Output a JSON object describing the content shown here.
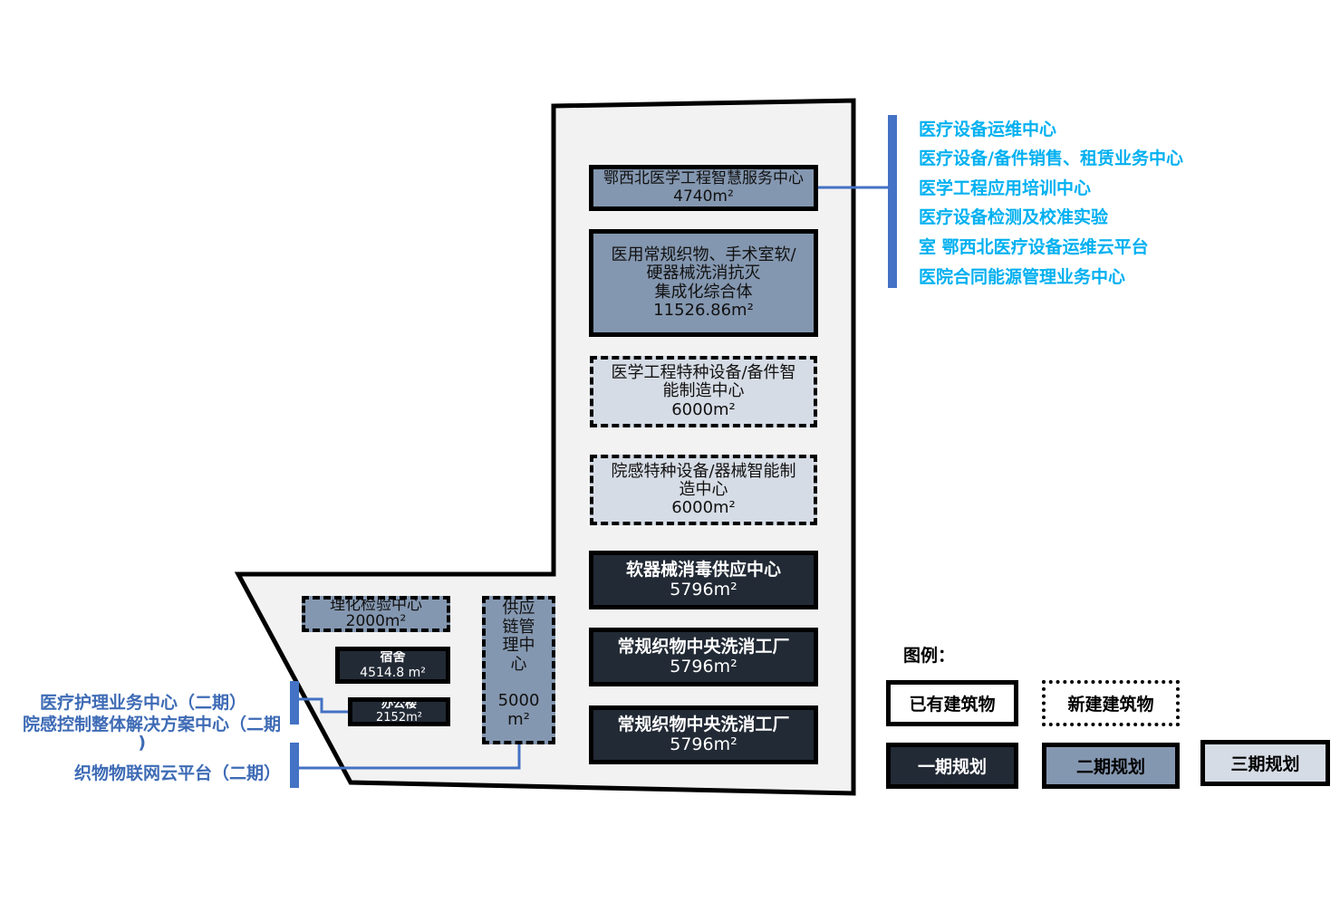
{
  "buildings": {
    "b1": {
      "name": "鄂西北医学工程智慧服务中心4740m²"
    },
    "b2": {
      "l1": "医用常规织物、手术室软/",
      "l2": "硬器械洗消抗灭",
      "l3": "集成化综合体",
      "area": "11526.86m²"
    },
    "b3": {
      "l1": "医学工程特种设备/备件智",
      "l2": "能制造中心",
      "area": "6000m²"
    },
    "b4": {
      "l1": "院感特种设备/器械智能制",
      "l2": "造中心",
      "area": "6000m²"
    },
    "b5": {
      "name": "软器械消毒供应中心",
      "area": "5796m²"
    },
    "b6": {
      "name": "常规织物中央洗消工厂",
      "area": "5796m²"
    },
    "b7": {
      "name": "常规织物中央洗消工厂",
      "area": "5796m²"
    },
    "lab": {
      "name": "理化检验中心",
      "area": "2000m²"
    },
    "dorm": {
      "name": "宿舍",
      "area": "4514.8 m²"
    },
    "office": {
      "name": "办公楼",
      "area": "2152m²"
    },
    "supply": {
      "name": "供应链管理中心",
      "l1": "供应",
      "l2": "链管",
      "l3": "理中",
      "l4": "心",
      "area1": "5000",
      "area2": "m²"
    }
  },
  "right_services": [
    "医疗设备运维中心",
    "医疗设备/备件销售、租赁业务中心",
    "医学工程应用培训中心",
    "医疗设备检测及校准实验",
    "室 鄂西北医疗设备运维云平台",
    "医院合同能源管理业务中心"
  ],
  "left_services": {
    "l1": "医疗护理业务中心（二期）",
    "l2": "院感控制整体解决方案中心（二期",
    "l3": ")",
    "l4": "织物物联网云平台（二期）"
  },
  "legend": {
    "title": "图例：",
    "existing": "已有建筑物",
    "new": "新建建筑物",
    "phase1": "一期规划",
    "phase2": "二期规划",
    "phase3": "三期规划"
  },
  "colors": {
    "phase1": "#222a35",
    "phase2": "#8497b0",
    "phase3": "#d6dce5",
    "connector": "#4472c4",
    "service_text": "#00b0f0"
  }
}
